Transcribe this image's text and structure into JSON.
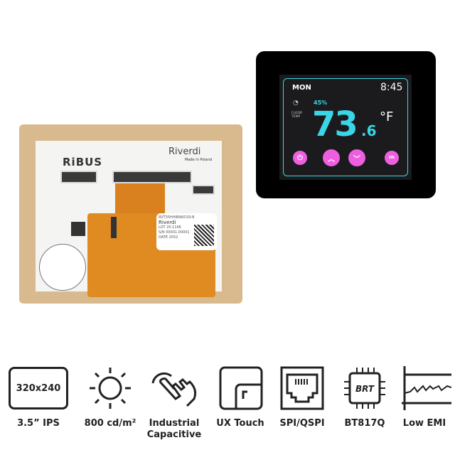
{
  "board": {
    "logo": "RiBUS",
    "brand": "Riverdi",
    "made_in": "Made in Poland",
    "label": {
      "brand": "Riverdi",
      "part_number": "RVT35HHBNWC00-B",
      "lot": "LOT 20.1146",
      "serial": "S/N 00001.00001",
      "date": "DATE 2052"
    }
  },
  "display_ui": {
    "day": "MON",
    "time": "8:45",
    "humidity": "45%",
    "floor_label": "FLOOR TEMP",
    "temperature_whole": "73",
    "temperature_decimal": ".6",
    "unit": "°F",
    "buttons": {
      "power": "⏻",
      "up": "︿",
      "down": "﹀",
      "ok": "OK"
    },
    "accent_color": "#3ad6e8",
    "button_color": "#ee5fe0"
  },
  "features": [
    {
      "icon": "resolution-icon",
      "icon_text": "320x240",
      "label": "3.5” IPS"
    },
    {
      "icon": "sun-icon",
      "label": "800 cd/m²"
    },
    {
      "icon": "touch-hand-icon",
      "label": "Industrial Capacitive"
    },
    {
      "icon": "ux-touch-icon",
      "label": "UX Touch"
    },
    {
      "icon": "ethernet-port-icon",
      "label": "SPI/QSPI"
    },
    {
      "icon": "chip-icon",
      "icon_text": "BRT",
      "label": "BT817Q"
    },
    {
      "icon": "emi-graph-icon",
      "label": "Low EMI"
    }
  ]
}
